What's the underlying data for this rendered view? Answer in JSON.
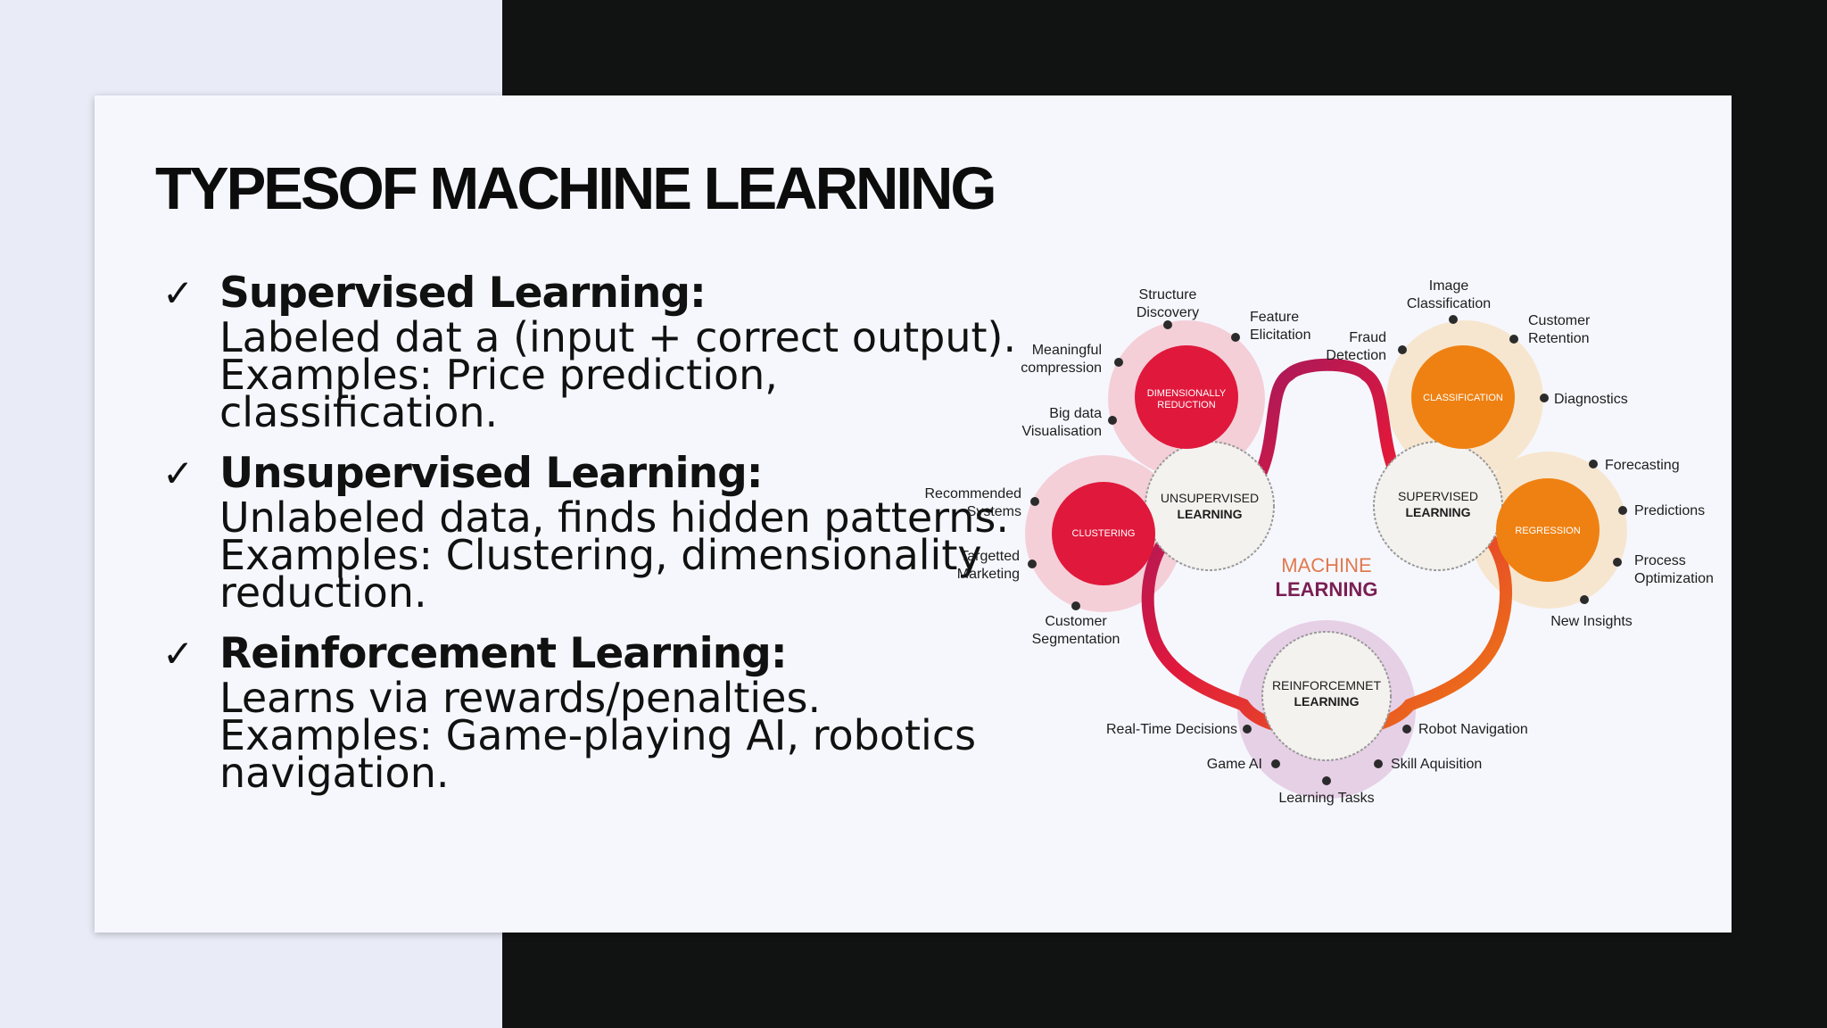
{
  "slide": {
    "title": "TYPESOF MACHINE LEARNING",
    "check_glyph": "✓",
    "bullets": [
      {
        "heading": "Supervised Learning:",
        "text": "Labeled dat a (input + correct output). Examples: Price prediction, classification."
      },
      {
        "heading": "Unsupervised Learning:",
        "text": "Unlabeled data, finds hidden patterns. Examples: Clustering, dimensionality reduction."
      },
      {
        "heading": "Reinforcement Learning:",
        "text": "Learns via rewards/penalties. Examples: Game-playing AI, robotics navigation."
      }
    ]
  },
  "diagram": {
    "center": {
      "line1": "MACHINE",
      "line2": "LEARNING"
    },
    "hubs": {
      "unsupervised": {
        "line1": "UNSUPERVISED",
        "line2": "LEARNING"
      },
      "supervised": {
        "line1": "SUPERVISED",
        "line2": "LEARNING"
      },
      "reinforcement": {
        "line1": "REINFORCEMNET",
        "line2": "LEARNING"
      }
    },
    "subs": {
      "dimensionality": {
        "line1": "DIMENSIONALLY",
        "line2": "REDUCTION"
      },
      "clustering": {
        "line1": "CLUSTERING"
      },
      "classification": {
        "line1": "CLASSIFICATION"
      },
      "regression": {
        "line1": "REGRESSION"
      }
    },
    "labels": {
      "structure_discovery": [
        "Structure",
        "Discovery"
      ],
      "feature_elicitation": [
        "Feature",
        "Elicitation"
      ],
      "meaningful_compression": [
        "Meaningful",
        "compression"
      ],
      "big_data_visualisation": [
        "Big data",
        "Visualisation"
      ],
      "recommended_systems": [
        "Recommended",
        "Systems"
      ],
      "targetted_marketing": [
        "Targetted",
        "Marketing"
      ],
      "customer_segmentation": [
        "Customer",
        "Segmentation"
      ],
      "image_classification": [
        "Image",
        "Classification"
      ],
      "customer_retention": [
        "Customer",
        "Retention"
      ],
      "fraud_detection": [
        "Fraud",
        "Detection"
      ],
      "diagnostics": [
        "Diagnostics"
      ],
      "forecasting": [
        "Forecasting"
      ],
      "predictions": [
        "Predictions"
      ],
      "process_optimization": [
        "Process",
        "Optimization"
      ],
      "new_insights": [
        "New Insights"
      ],
      "real_time_decisions": [
        "Real-Time Decisions"
      ],
      "robot_navigation": [
        "Robot Navigation"
      ],
      "game_ai": [
        "Game AI"
      ],
      "skill_aquisition": [
        "Skill Aquisition"
      ],
      "learning_tasks": [
        "Learning Tasks"
      ]
    },
    "colors": {
      "red": "#e0183c",
      "orange": "#ef8112",
      "purple": "#8b1a6b",
      "red_halo": "#f4cfd8",
      "orange_halo": "#f7e6cf",
      "purple_halo": "#e6d0e6",
      "center_text_top": "#e07a4f",
      "center_text_bottom": "#7a1f54"
    }
  }
}
